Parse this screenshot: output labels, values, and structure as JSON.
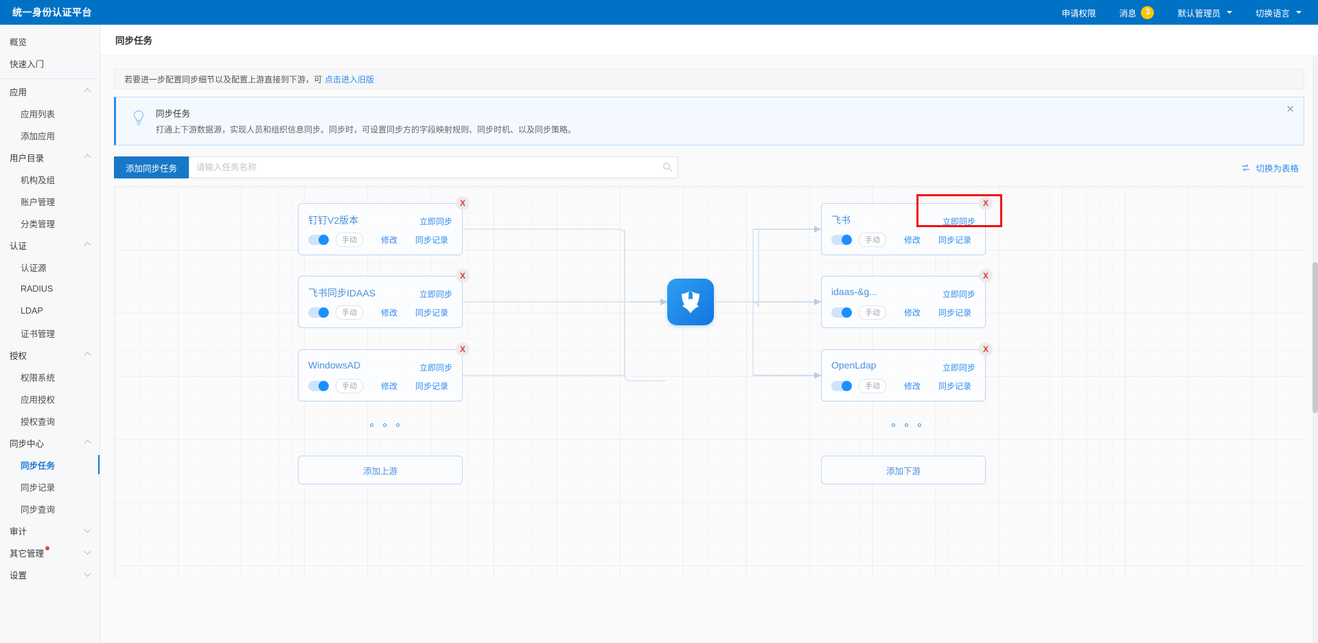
{
  "header": {
    "brand": "统一身份认证平台",
    "nav": [
      {
        "label": "申请权限",
        "name": "apply-permission"
      },
      {
        "label": "消息",
        "badge": "3",
        "name": "messages"
      },
      {
        "label": "默认管理员",
        "caret": true,
        "name": "admin-menu"
      },
      {
        "label": "切换语言",
        "caret": true,
        "name": "language-menu"
      }
    ],
    "accent": "#0072c6",
    "badge_color": "#fcc800"
  },
  "sidebar": {
    "top_links": [
      {
        "label": "概览"
      },
      {
        "label": "快速入门"
      }
    ],
    "groups": [
      {
        "label": "应用",
        "expanded": true,
        "children": [
          {
            "label": "应用列表"
          },
          {
            "label": "添加应用"
          }
        ]
      },
      {
        "label": "用户目录",
        "expanded": true,
        "children": [
          {
            "label": "机构及组"
          },
          {
            "label": "账户管理"
          },
          {
            "label": "分类管理"
          }
        ]
      },
      {
        "label": "认证",
        "expanded": true,
        "children": [
          {
            "label": "认证源"
          },
          {
            "label": "RADIUS"
          },
          {
            "label": "LDAP"
          },
          {
            "label": "证书管理"
          }
        ]
      },
      {
        "label": "授权",
        "expanded": true,
        "children": [
          {
            "label": "权限系统"
          },
          {
            "label": "应用授权"
          },
          {
            "label": "授权查询"
          }
        ]
      },
      {
        "label": "同步中心",
        "expanded": true,
        "children": [
          {
            "label": "同步任务",
            "active": true
          },
          {
            "label": "同步记录"
          },
          {
            "label": "同步查询"
          }
        ]
      },
      {
        "label": "审计",
        "expanded": false,
        "children": []
      },
      {
        "label": "其它管理",
        "expanded": false,
        "dot": true,
        "children": []
      },
      {
        "label": "设置",
        "expanded": false,
        "children": []
      }
    ]
  },
  "page": {
    "title": "同步任务",
    "tip": {
      "text": "若要进一步配置同步细节以及配置上游直接到下游，可",
      "link": "点击进入旧版"
    },
    "alert": {
      "title": "同步任务",
      "text": "打通上下游数据源，实现人员和组织信息同步。同步时，可设置同步方的字段映射规则、同步时机、以及同步策略。",
      "close": "✕",
      "icon": "bulb-icon"
    },
    "toolbar": {
      "add_button": "添加同步任务",
      "search_placeholder": "请输入任务名称",
      "search_value": "",
      "switch_view": "切换为表格"
    }
  },
  "flow": {
    "upstream_nodes": [
      {
        "title": "钉钉V2版本",
        "sync_now": "立即同步",
        "mode": "手动",
        "edit": "修改",
        "record": "同步记录",
        "enabled": true,
        "delete": "X"
      },
      {
        "title": "飞书同步IDAAS",
        "sync_now": "立即同步",
        "mode": "手动",
        "edit": "修改",
        "record": "同步记录",
        "enabled": true,
        "delete": "X"
      },
      {
        "title": "WindowsAD",
        "sync_now": "立即同步",
        "mode": "手动",
        "edit": "修改",
        "record": "同步记录",
        "enabled": true,
        "delete": "X"
      }
    ],
    "downstream_nodes": [
      {
        "title": "飞书",
        "sync_now": "立即同步",
        "mode": "手动",
        "edit": "修改",
        "record": "同步记录",
        "enabled": true,
        "delete": "X",
        "highlighted": true
      },
      {
        "title": "idaas-&g...",
        "sync_now": "立即同步",
        "mode": "手动",
        "edit": "修改",
        "record": "同步记录",
        "enabled": true,
        "delete": "X"
      },
      {
        "title": "OpenLdap",
        "sync_now": "立即同步",
        "mode": "手动",
        "edit": "修改",
        "record": "同步记录",
        "enabled": true,
        "delete": "X"
      }
    ],
    "add_upstream": "添加上游",
    "add_downstream": "添加下游",
    "hub_icon": "idaas-shield-logo",
    "node_border_color": "#bcd7f5",
    "link_color": "#2d8cf0",
    "highlight_color": "#f30c0c"
  }
}
